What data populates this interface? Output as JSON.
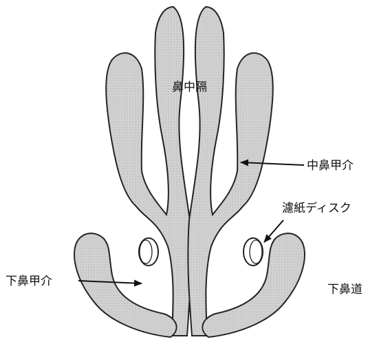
{
  "diagram": {
    "labels": {
      "septum": "鼻中隔",
      "middle_turbinate": "中鼻甲介",
      "filter_disc": "濾紙ディスク",
      "inferior_turbinate": "下鼻甲介",
      "inferior_meatus": "下鼻道"
    },
    "colors": {
      "tissue_fill": "#c9c9c9",
      "outline": "#222222",
      "background": "#ffffff"
    }
  }
}
